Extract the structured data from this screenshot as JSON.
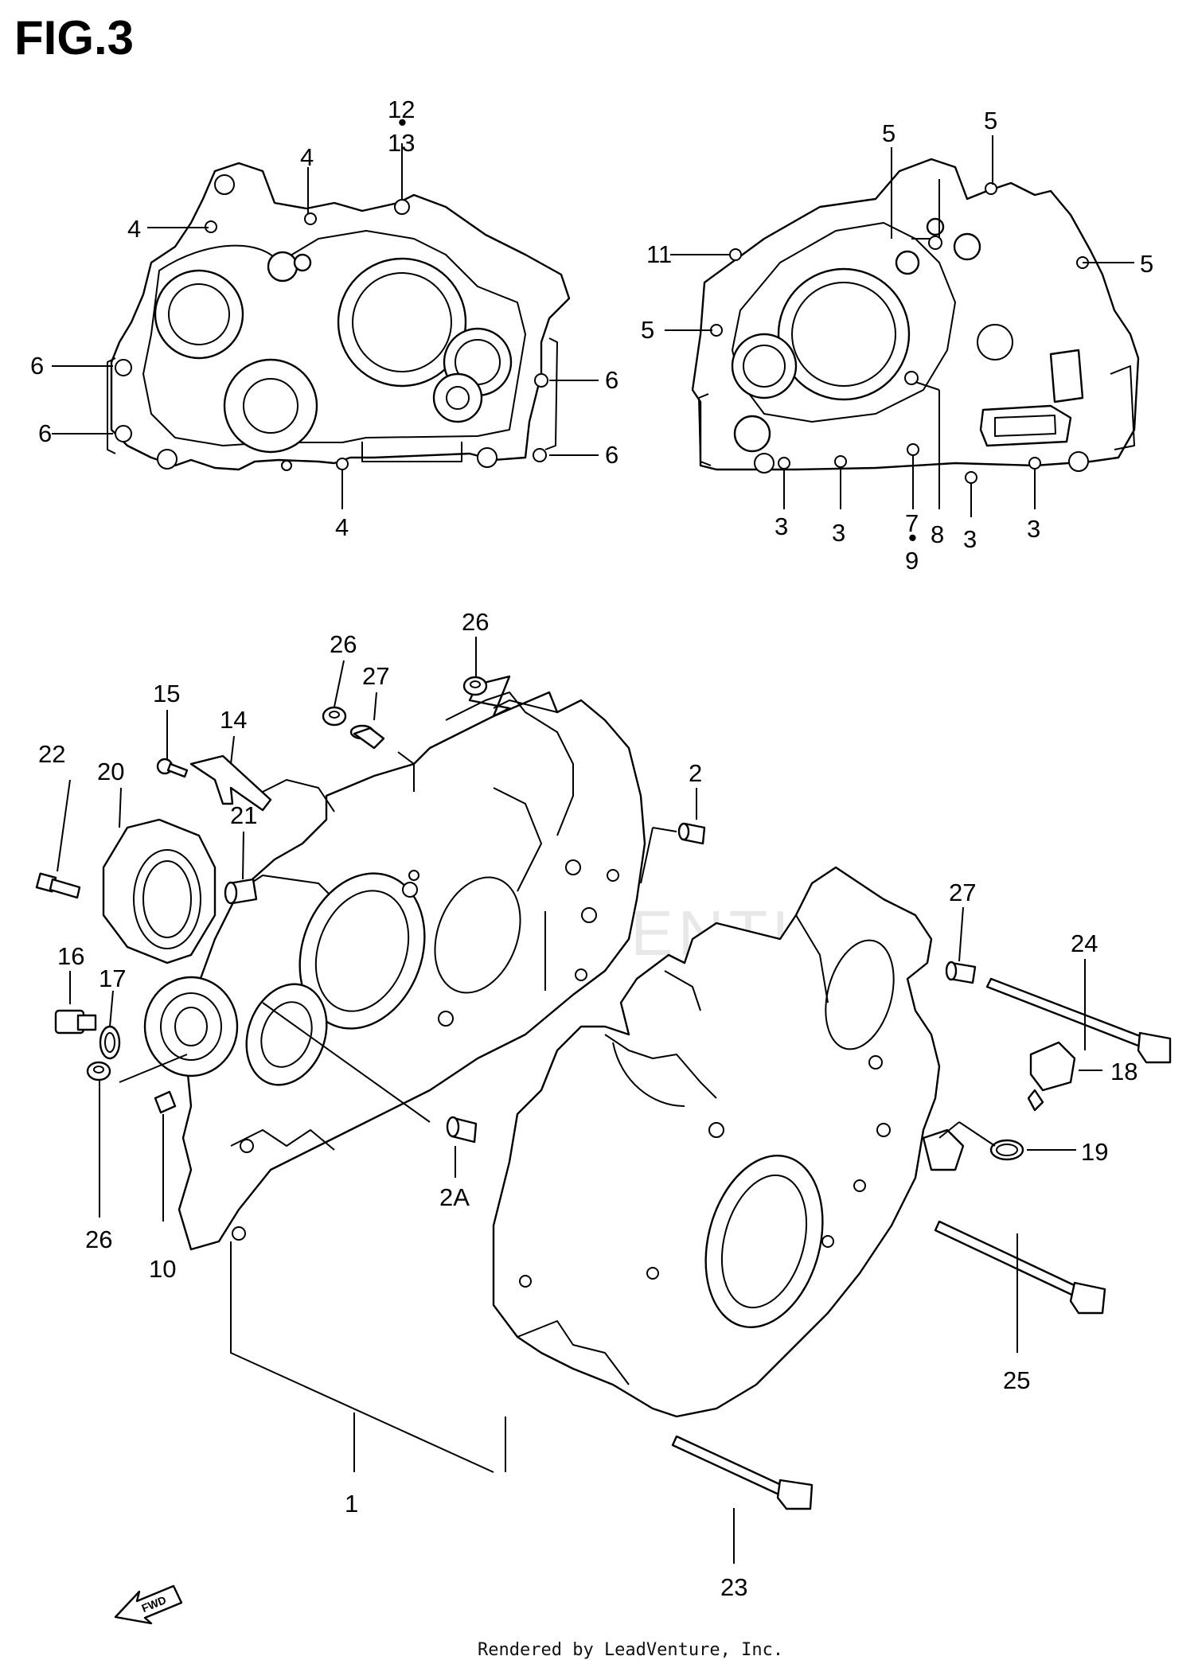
{
  "figure": {
    "title": "FIG.3",
    "footer": "Rendered by LeadVenture, Inc.",
    "watermark": "LEADVENTURE",
    "fwd_arrow": "FWD"
  },
  "left_half_labels": {
    "l12": "12",
    "l13": "13",
    "l4a": "4",
    "l4b": "4",
    "l4c": "4",
    "l6a": "6",
    "l6b": "6",
    "l6c": "6",
    "l6d": "6"
  },
  "right_half_labels": {
    "l5a": "5",
    "l5b": "5",
    "l5c": "5",
    "l5d": "5",
    "l11": "11",
    "l3a": "3",
    "l3b": "3",
    "l3c": "3",
    "l3d": "3",
    "l7": "7",
    "l9": "9",
    "l8": "8"
  },
  "assembly_labels": {
    "l1": "1",
    "l2": "2",
    "l2A": "2A",
    "l10": "10",
    "l14": "14",
    "l15": "15",
    "l16": "16",
    "l17": "17",
    "l18": "18",
    "l19": "19",
    "l20": "20",
    "l21": "21",
    "l22": "22",
    "l23": "23",
    "l24": "24",
    "l25": "25",
    "l26a": "26",
    "l26b": "26",
    "l26c": "26",
    "l27a": "27",
    "l27b": "27"
  }
}
